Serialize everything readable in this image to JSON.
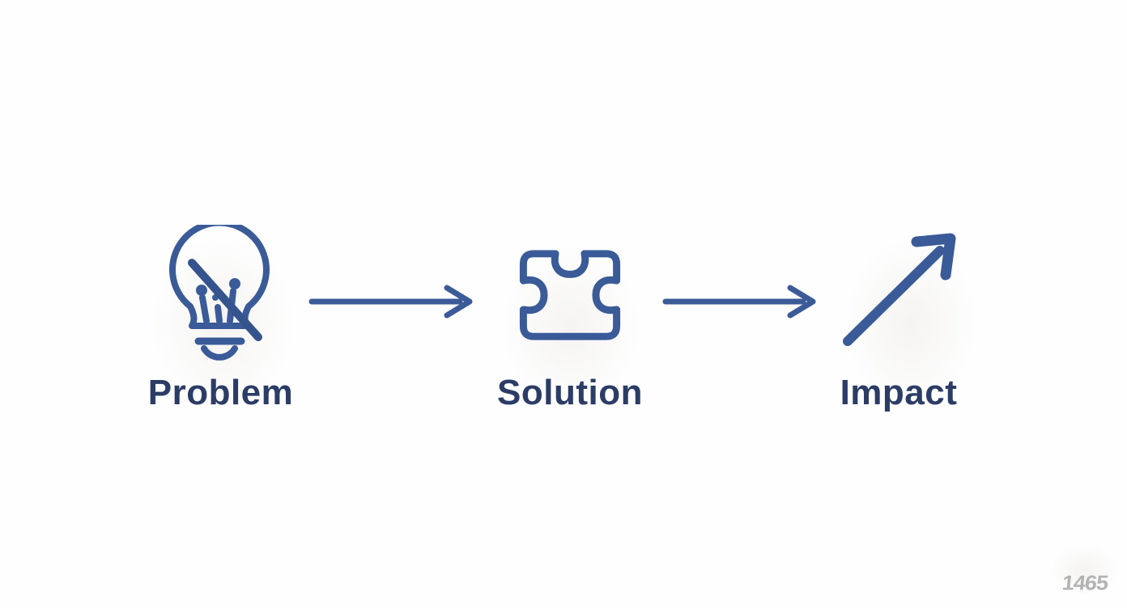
{
  "meta": {
    "type": "process-flow-diagram",
    "background_color": "#fefefe"
  },
  "colors": {
    "icon_stroke_blue": "#3a5b98",
    "label_navy": "#2b3c66",
    "connector_blue": "#3a5b98",
    "watermark_gray": "#a2a2a2"
  },
  "diagram": {
    "steps": [
      {
        "label": "Problem",
        "icon": "lightbulb-off-icon"
      },
      {
        "label": "Solution",
        "icon": "puzzle-piece-icon"
      },
      {
        "label": "Impact",
        "icon": "trending-up-arrow-icon"
      }
    ],
    "connectors": [
      {
        "icon": "right-arrow-icon",
        "from": "Problem",
        "to": "Solution"
      },
      {
        "icon": "right-arrow-icon",
        "from": "Solution",
        "to": "Impact"
      }
    ]
  },
  "watermark": {
    "text": "1465"
  }
}
